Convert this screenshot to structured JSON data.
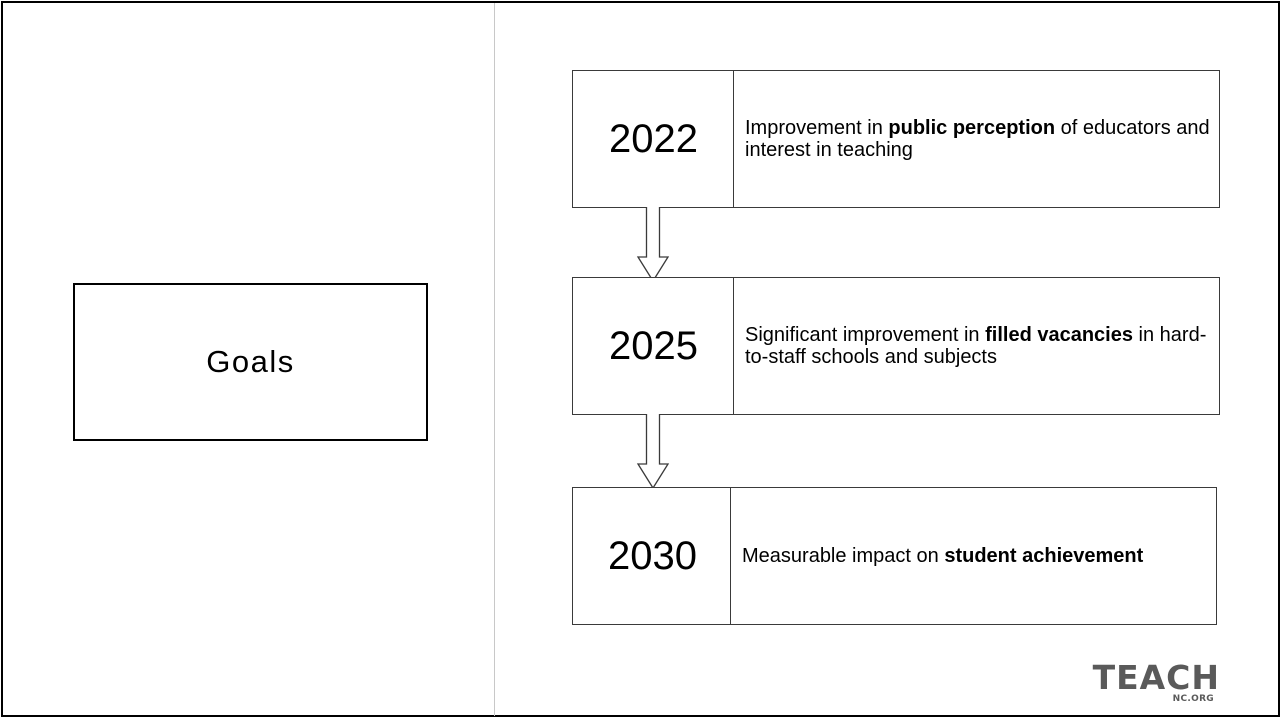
{
  "goals_label": "Goals",
  "timeline": [
    {
      "year": "2022",
      "segments": [
        {
          "text": "Improvement in ",
          "bold": false
        },
        {
          "text": "public perception",
          "bold": true
        },
        {
          "text": " of educators and interest in teaching",
          "bold": false
        }
      ]
    },
    {
      "year": "2025",
      "segments": [
        {
          "text": "Significant improvement in ",
          "bold": false
        },
        {
          "text": "filled vacancies",
          "bold": true
        },
        {
          "text": " in hard-to-staff schools and subjects",
          "bold": false
        }
      ]
    },
    {
      "year": "2030",
      "segments": [
        {
          "text": "Measurable impact on ",
          "bold": false
        },
        {
          "text": "student achievement",
          "bold": true
        }
      ]
    }
  ],
  "logo": {
    "main": "TEACH",
    "sub": "NC.ORG"
  }
}
